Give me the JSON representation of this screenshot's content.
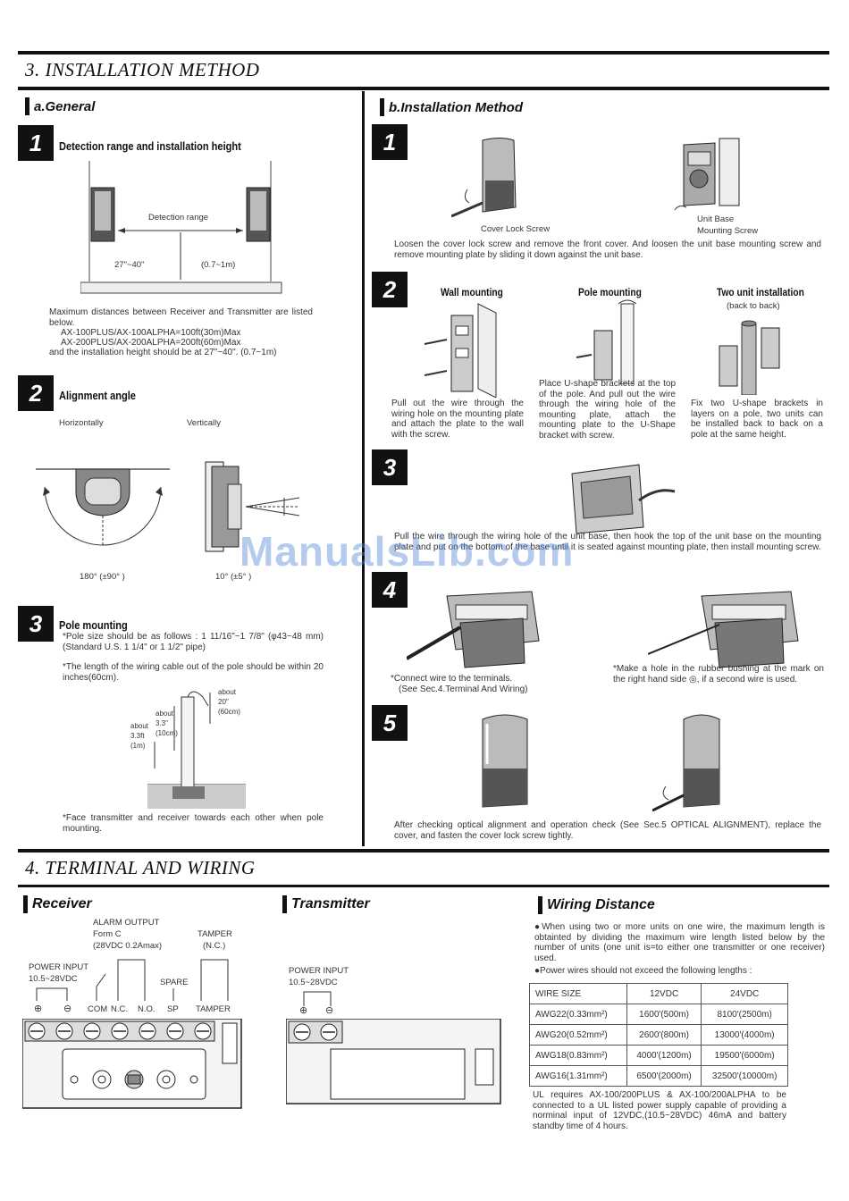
{
  "section3": {
    "title": "3. INSTALLATION METHOD",
    "general": {
      "heading": "a.General",
      "step1": {
        "num": "1",
        "title": "Detection range and installation height",
        "diagram": {
          "detection_label": "Detection range",
          "height_in": "27\"~40\"",
          "height_m": "(0.7~1m)"
        },
        "text": [
          "Maximum distances between Receiver and Transmitter are listed below.",
          "AX-100PLUS/AX-100ALPHA=100ft(30m)Max",
          "AX-200PLUS/AX-200ALPHA=200ft(60m)Max",
          "and the installation height should be at 27\"~40\". (0.7~1m)"
        ]
      },
      "step2": {
        "num": "2",
        "title": "Alignment angle",
        "horiz_label": "Horizontally",
        "vert_label": "Vertically",
        "horiz_angle": "180° (±90° )",
        "vert_angle": "10° (±5° )"
      },
      "step3": {
        "num": "3",
        "title": "Pole mounting",
        "note1": "*Pole size should be as follows : 1 11/16\"~1 7/8\" (φ43~48 mm) (Standard U.S. 1 1/4\" or 1 1/2\" pipe)",
        "note2": "*The length of the wiring cable out of the pole should be within 20 inches(60cm).",
        "diagram": {
          "l1": "about",
          "l2": "20\"",
          "l3": "(60cm)",
          "l4": "about",
          "l5": "3.3\"",
          "l6": "(10cm)",
          "l7": "about",
          "l8": "3.3ft",
          "l9": "(1m)"
        },
        "note3": "*Face transmitter and receiver towards each other when pole mounting."
      }
    },
    "install": {
      "heading": "b.Installation Method",
      "step1": {
        "num": "1",
        "label1": "Cover Lock Screw",
        "label2a": "Unit Base",
        "label2b": "Mounting Screw",
        "text": "Loosen the cover lock screw and remove the front cover. And loosen the unit base mounting screw and remove mounting plate by sliding it down against the unit base."
      },
      "step2": {
        "num": "2",
        "wall_title": "Wall mounting",
        "pole_title": "Pole mounting",
        "two_title": "Two unit installation",
        "two_sub": "(back to back)",
        "wall_text": "Pull out the wire through the wiring hole on the mounting plate and attach the plate to the wall with the screw.",
        "pole_text": "Place U-shape brackets at the top of the pole. And pull out the wire through the wiring hole of the mounting plate, attach the mounting plate to the U-Shape bracket with screw.",
        "two_text": "Fix two U-shape brackets in layers on a pole, two units can be installed back to back on a pole at the same height."
      },
      "step3": {
        "num": "3",
        "text": "Pull the wire through the wiring hole of the unit base, then hook the top of the unit base on the mounting plate and put on the bottom of the base until it is seated against mounting plate, then install mounting screw."
      },
      "step4": {
        "num": "4",
        "text1a": "*Connect wire to the terminals.",
        "text1b": "(See Sec.4.Terminal And Wiring)",
        "text2": "*Make a hole in the rubber bushing at the mark on the right hand side ◎, if a second wire is used."
      },
      "step5": {
        "num": "5",
        "text": "After checking optical alignment and operation check (See Sec.5 OPTICAL ALIGNMENT), replace the cover, and fasten the cover lock screw tightly."
      }
    }
  },
  "section4": {
    "title": "4. TERMINAL AND WIRING",
    "receiver": {
      "heading": "Receiver",
      "alarm1": "ALARM OUTPUT",
      "alarm2": "Form C",
      "alarm3": "(28VDC 0.2Amax)",
      "tamper1": "TAMPER",
      "tamper2": "(N.C.)",
      "power1": "POWER INPUT",
      "power2": "10.5~28VDC",
      "spare": "SPARE",
      "terminals": [
        "⊕",
        "⊖",
        "COM",
        "N.C.",
        "N.O.",
        "SP",
        "TAMPER"
      ]
    },
    "transmitter": {
      "heading": "Transmitter",
      "power1": "POWER INPUT",
      "power2": "10.5~28VDC",
      "terminals": [
        "⊕",
        "⊖"
      ]
    },
    "wiring": {
      "heading": "Wiring Distance",
      "bullet1": "●When using two or more units on one wire, the maximum length is obtainted by dividing the maximum wire length listed below by the number of units (one unit is=to either one transmitter or one receiver) used.",
      "bullet2": "●Power wires should not exceed the following lengths :",
      "table": {
        "headers": [
          "WIRE SIZE",
          "12VDC",
          "24VDC"
        ],
        "rows": [
          [
            "AWG22(0.33mm²)",
            "1600'(500m)",
            "8100'(2500m)"
          ],
          [
            "AWG20(0.52mm²)",
            "2600'(800m)",
            "13000'(4000m)"
          ],
          [
            "AWG18(0.83mm²)",
            "4000'(1200m)",
            "19500'(6000m)"
          ],
          [
            "AWG16(1.31mm²)",
            "6500'(2000m)",
            "32500'(10000m)"
          ]
        ]
      },
      "ul_note": "UL requires AX-100/200PLUS & AX-100/200ALPHA to be connected to a UL listed power supply capable of providing a norminal input of 12VDC,(10.5~28VDC) 46mA and battery standby time of 4 hours."
    }
  },
  "watermark": "ManualsLib.com",
  "colors": {
    "ink": "#111111",
    "watermark": "#5a8cd7"
  }
}
